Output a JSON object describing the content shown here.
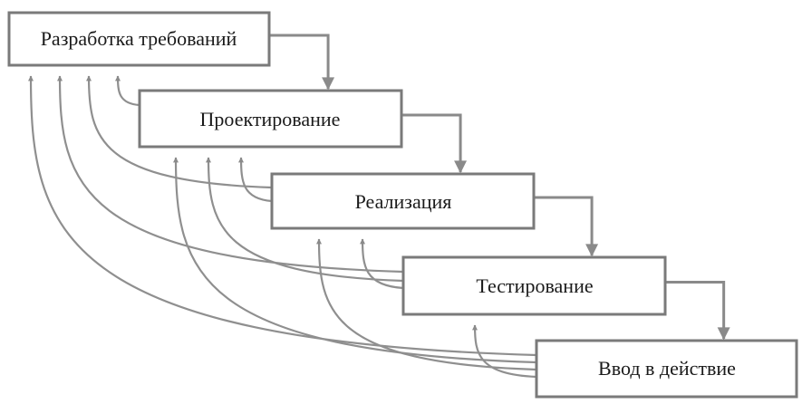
{
  "diagram": {
    "stages": [
      {
        "label": "Разработка требований"
      },
      {
        "label": "Проектирование"
      },
      {
        "label": "Реализация"
      },
      {
        "label": "Тестирование"
      },
      {
        "label": "Ввод в действие"
      }
    ],
    "forward_flow": [
      {
        "from": 0,
        "to": 1
      },
      {
        "from": 1,
        "to": 2
      },
      {
        "from": 2,
        "to": 3
      },
      {
        "from": 3,
        "to": 4
      }
    ],
    "feedback_flow": [
      {
        "from": 1,
        "to": 0
      },
      {
        "from": 2,
        "to": 0
      },
      {
        "from": 2,
        "to": 1
      },
      {
        "from": 3,
        "to": 0
      },
      {
        "from": 3,
        "to": 1
      },
      {
        "from": 3,
        "to": 2
      },
      {
        "from": 4,
        "to": 0
      },
      {
        "from": 4,
        "to": 1
      },
      {
        "from": 4,
        "to": 2
      },
      {
        "from": 4,
        "to": 3
      }
    ],
    "colors": {
      "box_border": "#7a7a7a",
      "arrow": "#8a8a8a",
      "text": "#1a1a1a",
      "background": "#ffffff"
    }
  }
}
